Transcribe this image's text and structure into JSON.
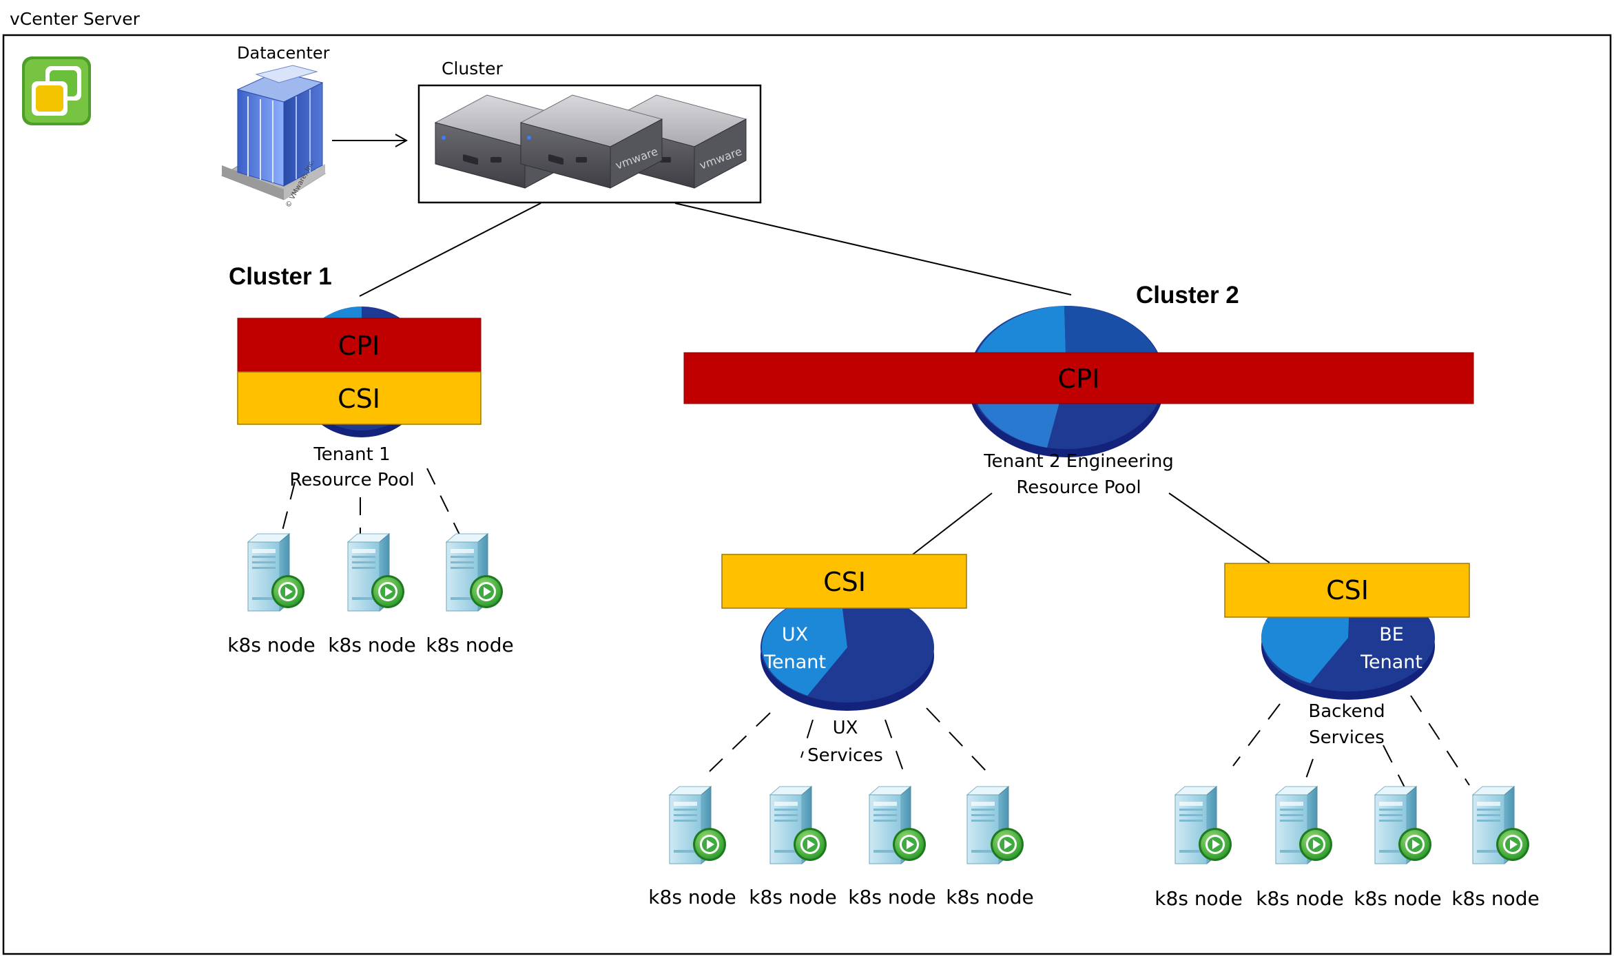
{
  "header": {
    "title": "vCenter Server"
  },
  "datacenter": {
    "label": "Datacenter",
    "copyright": "© VMware, Inc."
  },
  "cluster": {
    "label": "Cluster",
    "server_brand": "vmware"
  },
  "cluster1": {
    "title": "Cluster 1",
    "cpi_label": "CPI",
    "csi_label": "CSI",
    "pool_label_line1": "Tenant 1",
    "pool_label_line2": "Resource Pool",
    "nodes": [
      "k8s node",
      "k8s node",
      "k8s node"
    ]
  },
  "cluster2": {
    "title": "Cluster 2",
    "cpi_label": "CPI",
    "pool_label_line1": "Tenant 2 Engineering",
    "pool_label_line2": "Resource Pool",
    "ux": {
      "csi_label": "CSI",
      "pie_label_line1": "UX",
      "pie_label_line2": "Tenant",
      "services_line1": "UX",
      "services_line2": "Services",
      "nodes": [
        "k8s node",
        "k8s node",
        "k8s node",
        "k8s node"
      ]
    },
    "be": {
      "csi_label": "CSI",
      "pie_label_line1": "BE",
      "pie_label_line2": "Tenant",
      "services_line1": "Backend",
      "services_line2": "Services",
      "nodes": [
        "k8s node",
        "k8s node",
        "k8s node",
        "k8s node"
      ]
    }
  },
  "colors": {
    "cpi": "#c00000",
    "csi": "#ffc000",
    "pie_dark": "#1f3a93",
    "pie_light": "#1e88d8",
    "frame": "#000000",
    "logo_green": "#6abf3b",
    "logo_yellow": "#f5c400"
  }
}
